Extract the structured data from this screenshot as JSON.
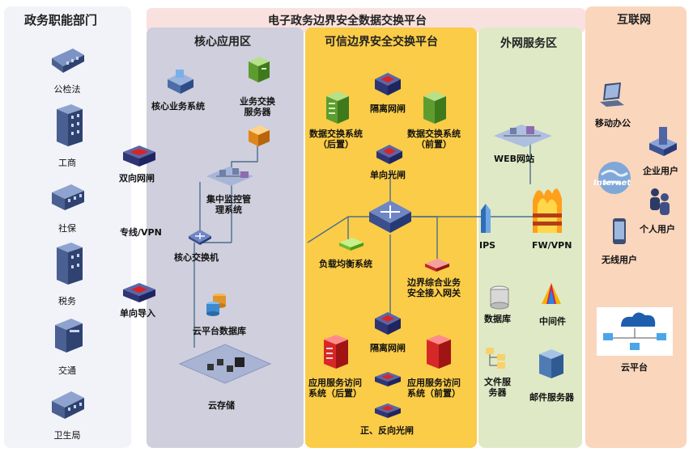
{
  "colors": {
    "gov_zone": "#f1f3f8",
    "platform_band": "#f8e1de",
    "core_zone": "#cfcfdd",
    "trusted_zone": "#fbcc47",
    "external_zone": "#dfe9c6",
    "internet_zone": "#fad6bd",
    "line": "#4c6f8c"
  },
  "titles": {
    "gov": "政务职能部门",
    "platform": "电子政务边界安全数据交换平台",
    "core": "核心应用区",
    "trusted": "可信边界安全交换平台",
    "external": "外网服务区",
    "internet": "互联网"
  },
  "gov_departments": [
    "公检法",
    "工商",
    "社保",
    "税务",
    "交通",
    "卫生局"
  ],
  "links": {
    "bidirectional_gateway": "双向网闸",
    "dedicated_line": "专线/VPN",
    "one_way_import": "单向导入"
  },
  "core": {
    "core_business": "核心业务系统",
    "exchange_server": "业务交换\n服务器",
    "monitoring": "集中监控管\n理系统",
    "core_switch": "核心交换机",
    "cloud_db": "云平台数据库",
    "cloud_storage": "云存储"
  },
  "trusted": {
    "isolation_gap_top": "隔离网闸",
    "exchange_rear": "数据交换系统\n（后置）",
    "exchange_front": "数据交换系统\n（前置）",
    "one_way_optical_top": "单向光闸",
    "load_balancer": "负载均衡系统",
    "border_gateway": "边界综合业务\n安全接入网关",
    "isolation_gap_bottom": "隔离网闸",
    "app_access_rear": "应用服务访问\n系统（后置）",
    "app_access_front": "应用服务访问\n系统（前置）",
    "bidirectional_optical": "正、反向光闸"
  },
  "external": {
    "web_site": "WEB网站",
    "ips": "IPS",
    "fw_vpn": "FW/VPN",
    "database": "数据库",
    "middleware": "中间件",
    "file_server": "文件服\n务器",
    "mail_server": "邮件服务器"
  },
  "internet": {
    "mobile_office": "移动办公",
    "internet_cloud": "Internet",
    "enterprise_users": "企业用户",
    "individual_users": "个人用户",
    "wireless_users": "无线用户",
    "cloud_platform": "云平台"
  }
}
